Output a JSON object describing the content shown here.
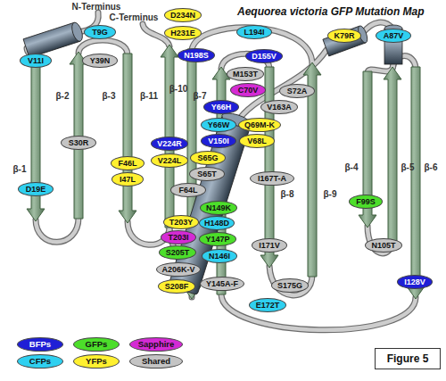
{
  "diagram": {
    "title": "Aequorea victoria GFP Mutation Map",
    "caption": "Figure 5",
    "nodes": [
      {
        "text": [
          "D234N"
        ]
      },
      {
        "text": [
          "T9G"
        ]
      },
      {
        "text": [
          "H231E"
        ]
      },
      {
        "text": [
          "L194I"
        ]
      },
      {
        "text": [
          "K79R"
        ]
      },
      {
        "text": [
          "A87V"
        ]
      },
      {
        "text": [
          "V11I"
        ]
      },
      {
        "text": [
          "Y39N"
        ]
      },
      {
        "text": [
          "N198S"
        ]
      },
      {
        "text": [
          "D155V"
        ]
      },
      {
        "text": [
          "M153T"
        ]
      },
      {
        "text": [
          "C70V"
        ]
      },
      {
        "text": [
          "S72A"
        ]
      },
      {
        "text": [
          "Y66H"
        ]
      },
      {
        "text": [
          "V163A"
        ]
      },
      {
        "text": [
          "Y66W"
        ]
      },
      {
        "text": [
          "Q69M-K"
        ]
      },
      {
        "text": [
          "V150I"
        ]
      },
      {
        "text": [
          "S30R"
        ]
      },
      {
        "text": [
          "V224R"
        ]
      },
      {
        "text": [
          "V68L"
        ]
      },
      {
        "text": [
          "S65G"
        ]
      },
      {
        "text": [
          "V224L"
        ]
      },
      {
        "text": [
          "F46L"
        ]
      },
      {
        "text": [
          "S65T"
        ]
      },
      {
        "text": [
          "I167T-A"
        ]
      },
      {
        "text": [
          "I47L"
        ]
      },
      {
        "text": [
          "D19E"
        ]
      },
      {
        "text": [
          "F64L"
        ]
      },
      {
        "text": [
          "F99S"
        ]
      },
      {
        "text": [
          "N149K"
        ]
      },
      {
        "text": [
          "T203Y"
        ]
      },
      {
        "text": [
          "H148D"
        ]
      },
      {
        "text": [
          "T203I"
        ]
      },
      {
        "text": [
          "Y147P"
        ]
      },
      {
        "text": [
          "N105T"
        ]
      },
      {
        "text": [
          "I171V"
        ]
      },
      {
        "text": [
          "S205T"
        ]
      },
      {
        "text": [
          "N146I"
        ]
      },
      {
        "text": [
          "A206K-V"
        ]
      },
      {
        "text": [
          "I128V"
        ]
      },
      {
        "text": [
          "Y145A-F"
        ]
      },
      {
        "text": [
          "S175G"
        ]
      },
      {
        "text": [
          "S208F"
        ]
      },
      {
        "text": [
          "E172T"
        ]
      }
    ],
    "labels": [
      "N-Terminus",
      "C-Terminus",
      "β-1",
      "β-2",
      "β-3",
      "β-11",
      "β-10",
      "β-7",
      "β-8",
      "β-9",
      "β-4",
      "β-5",
      "β-6"
    ],
    "legend": [
      {
        "text": "BFPs",
        "color": "#1f1fd6"
      },
      {
        "text": "GFPs",
        "color": "#4cde2a"
      },
      {
        "text": "Sapphire",
        "color": "#d42ad4"
      },
      {
        "text": "CFPs",
        "color": "#2fd0f0"
      },
      {
        "text": "YFPs",
        "color": "#fff030"
      },
      {
        "text": "Shared",
        "color": "#c4c4c4"
      }
    ]
  }
}
